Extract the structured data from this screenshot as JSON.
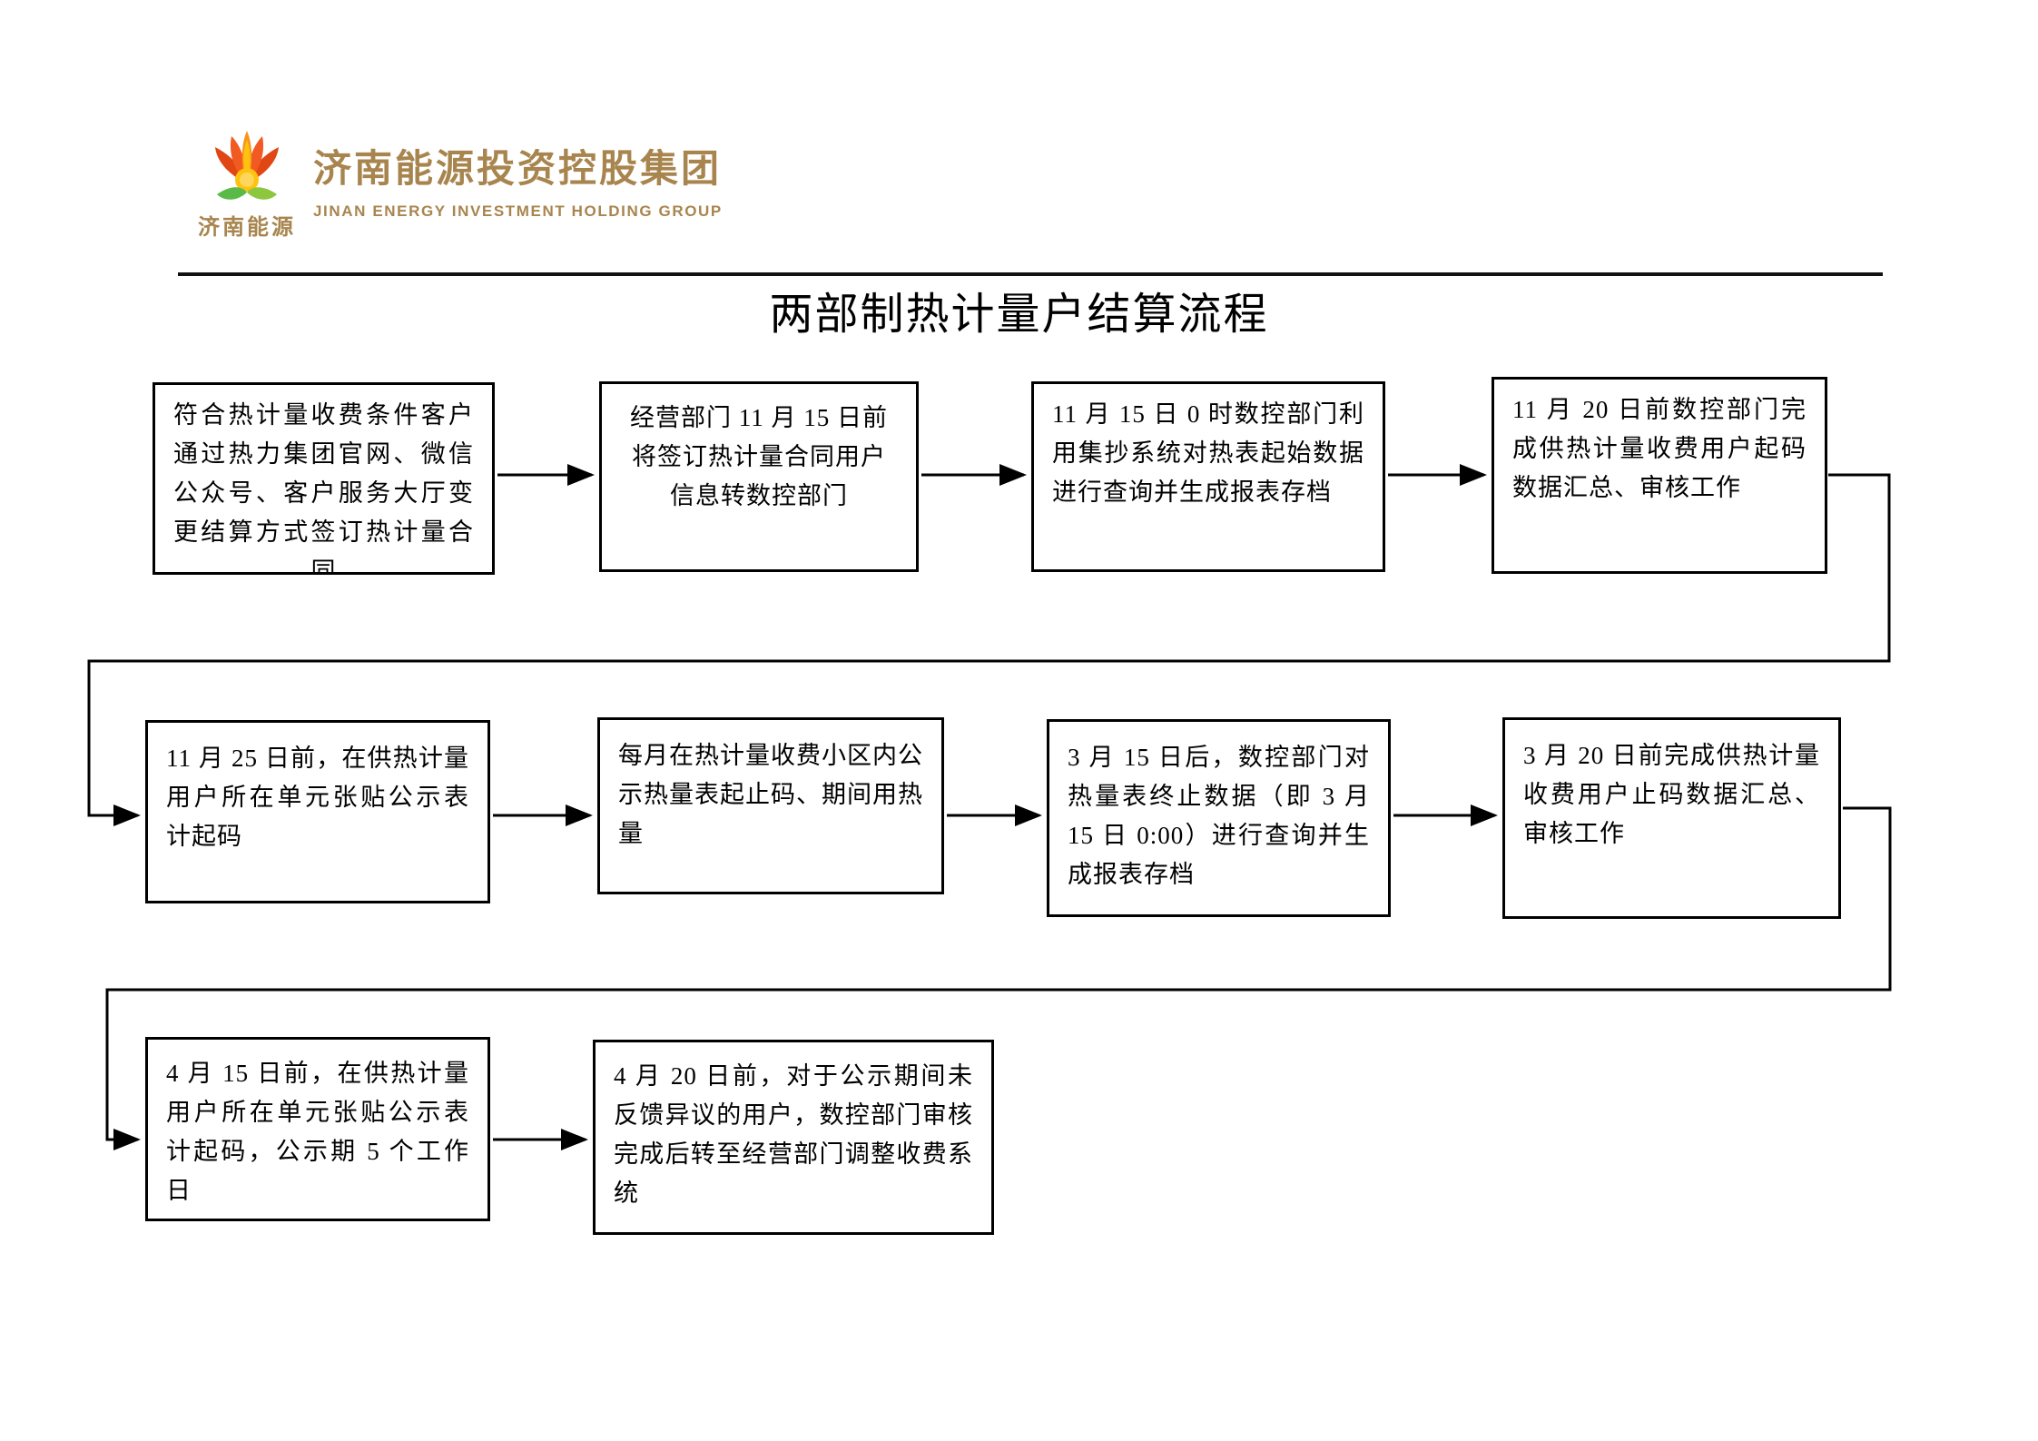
{
  "header": {
    "logo_caption": "济南能源",
    "company_cn": "济南能源投资控股集团",
    "company_en": "JINAN ENERGY INVESTMENT HOLDING GROUP"
  },
  "title": "两部制热计量户结算流程",
  "colors": {
    "brand_gold": "#a8854e",
    "petal_orange": "#f15a22",
    "petal_deep_orange": "#e04714",
    "petal_yellow": "#ffc20e",
    "leaf_green": "#5bba47",
    "leaf_light_green": "#8dc63f",
    "line_black": "#000000"
  },
  "flow": {
    "steps": [
      {
        "id": 1,
        "text": "符合热计量收费条件客户通过热力集团官网、微信公众号、客户服务大厅变更结算方式签订热计量合同"
      },
      {
        "id": 2,
        "text": "经营部门 11 月 15 日前将签订热计量合同用户信息转数控部门"
      },
      {
        "id": 3,
        "text": "11 月 15 日 0 时数控部门利用集抄系统对热表起始数据进行查询并生成报表存档"
      },
      {
        "id": 4,
        "text": "11 月 20 日前数控部门完成供热计量收费用户起码数据汇总、审核工作"
      },
      {
        "id": 5,
        "text": "11 月 25 日前，在供热计量用户所在单元张贴公示表计起码"
      },
      {
        "id": 6,
        "text": "每月在热计量收费小区内公示热量表起止码、期间用热量"
      },
      {
        "id": 7,
        "text": "3 月 15 日后，数控部门对热量表终止数据（即 3 月 15 日 0:00）进行查询并生成报表存档"
      },
      {
        "id": 8,
        "text": "3 月 20 日前完成供热计量收费用户止码数据汇总、审核工作"
      },
      {
        "id": 9,
        "text": "4 月 15 日前，在供热计量用户所在单元张贴公示表计起码，公示期 5 个工作日"
      },
      {
        "id": 10,
        "text": "4 月 20 日前，对于公示期间未反馈异议的用户，数控部门审核完成后转至经营部门调整收费系统"
      }
    ]
  }
}
